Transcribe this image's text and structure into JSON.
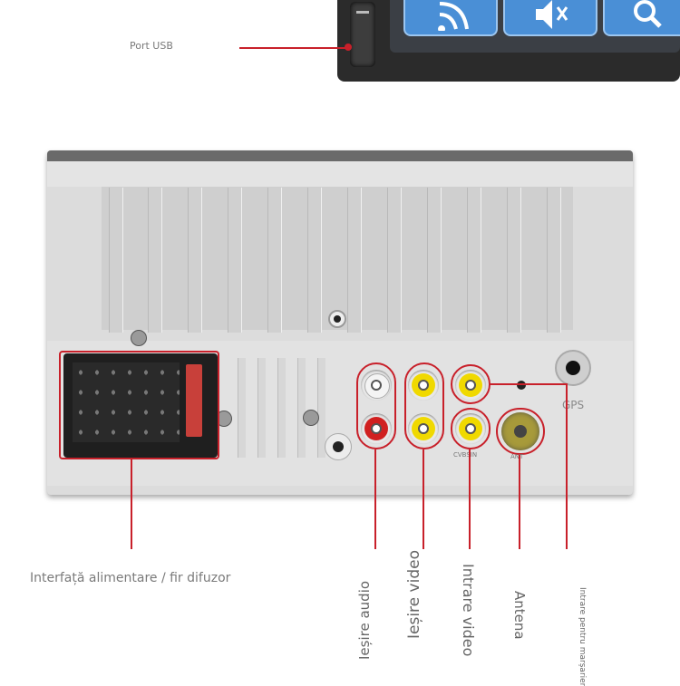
{
  "labels": {
    "usb": "Port USB",
    "power": "Interfață alimentare / fir difuzor",
    "audio_out": "Ieșire audio",
    "video_out": "Ieșire video",
    "video_in": "Intrare video",
    "antenna": "Antena",
    "reverse_in": "Intrare pentru marșarier"
  },
  "panel_marks": {
    "gps": "GPS",
    "ant": "ANT",
    "cvbsin": "CVBSIN"
  },
  "colors": {
    "accent": "#c8202a",
    "panel": "#d9d9d9",
    "rca_yellow": "#f0d900",
    "rca_red": "#d02020",
    "rca_white": "#f4f4f4",
    "antenna_gold": "#a79a3a",
    "screen_blue": "#4a8fd6"
  },
  "icons": [
    "wifi-icon",
    "mute-icon",
    "search-icon"
  ]
}
